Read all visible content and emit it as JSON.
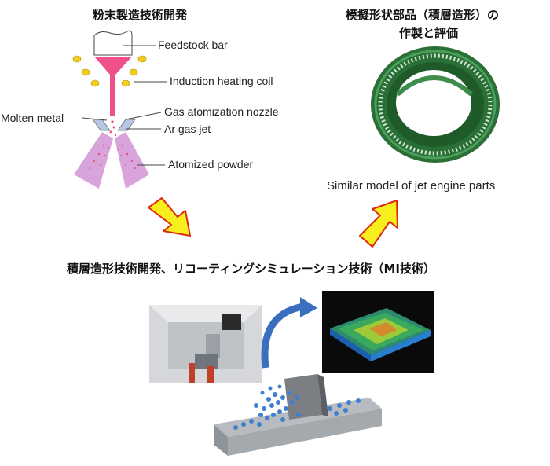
{
  "titles": {
    "powder": "粉末製造技術開発",
    "model_line1": "模擬形状部品（積層造形）の",
    "model_line2": "作製と評価",
    "additive": "積層造形技術開発、リコーティングシミュレーション技術（MI技術）"
  },
  "labels": {
    "feedstock": "Feedstock bar",
    "induction": "Induction heating coil",
    "nozzle": "Gas atomization nozzle",
    "molten": "Molten metal",
    "argas": "Ar gas jet",
    "powder": "Atomized powder",
    "engine": "Similar model of jet engine parts"
  },
  "colors": {
    "funnel": "#f0508a",
    "coil": "#f2cd1c",
    "plume": "#d9a3dc",
    "arrow_fill": "#f7ee1d",
    "arrow_stroke": "#e0280f",
    "ring": "#2f7b3c",
    "curve_arrow": "#3a6fc0"
  }
}
